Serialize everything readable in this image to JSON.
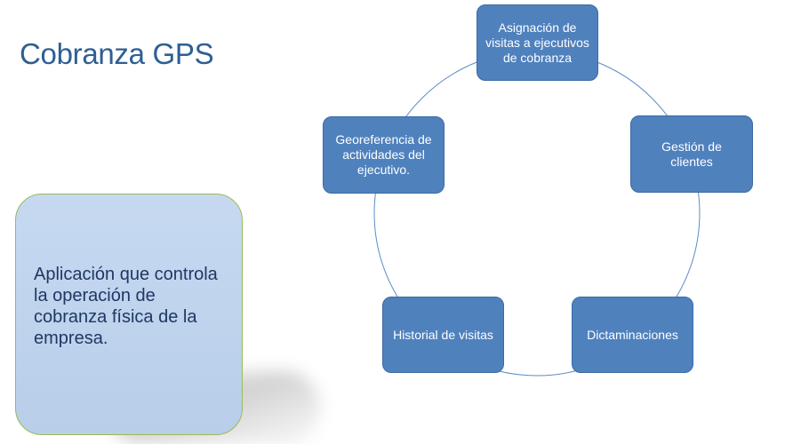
{
  "page": {
    "title": "Cobranza GPS"
  },
  "diagram": {
    "type": "cycle",
    "nodes": [
      {
        "id": "n1",
        "label": "Asignación de visitas a ejecutivos de cobranza"
      },
      {
        "id": "n2",
        "label": "Gestión de clientes"
      },
      {
        "id": "n3",
        "label": "Dictaminaciones"
      },
      {
        "id": "n4",
        "label": "Historial de visitas"
      },
      {
        "id": "n5",
        "label": "Georeferencia de actividades del ejecutivo."
      }
    ],
    "edges": [
      {
        "from": "n1",
        "to": "n2"
      },
      {
        "from": "n2",
        "to": "n3"
      },
      {
        "from": "n3",
        "to": "n4"
      },
      {
        "from": "n4",
        "to": "n5"
      },
      {
        "from": "n5",
        "to": "n1"
      }
    ]
  },
  "callout": {
    "text": "Aplicación que controla la operación de cobranza física de la empresa."
  },
  "colors": {
    "title": "#2e5f93",
    "node_fill": "#4f81bd",
    "node_text": "#ffffff",
    "ring": "#5b8cc5",
    "callout_fill": "#c6d9f1",
    "callout_border": "#9bbb59",
    "callout_text": "#1f3864"
  }
}
